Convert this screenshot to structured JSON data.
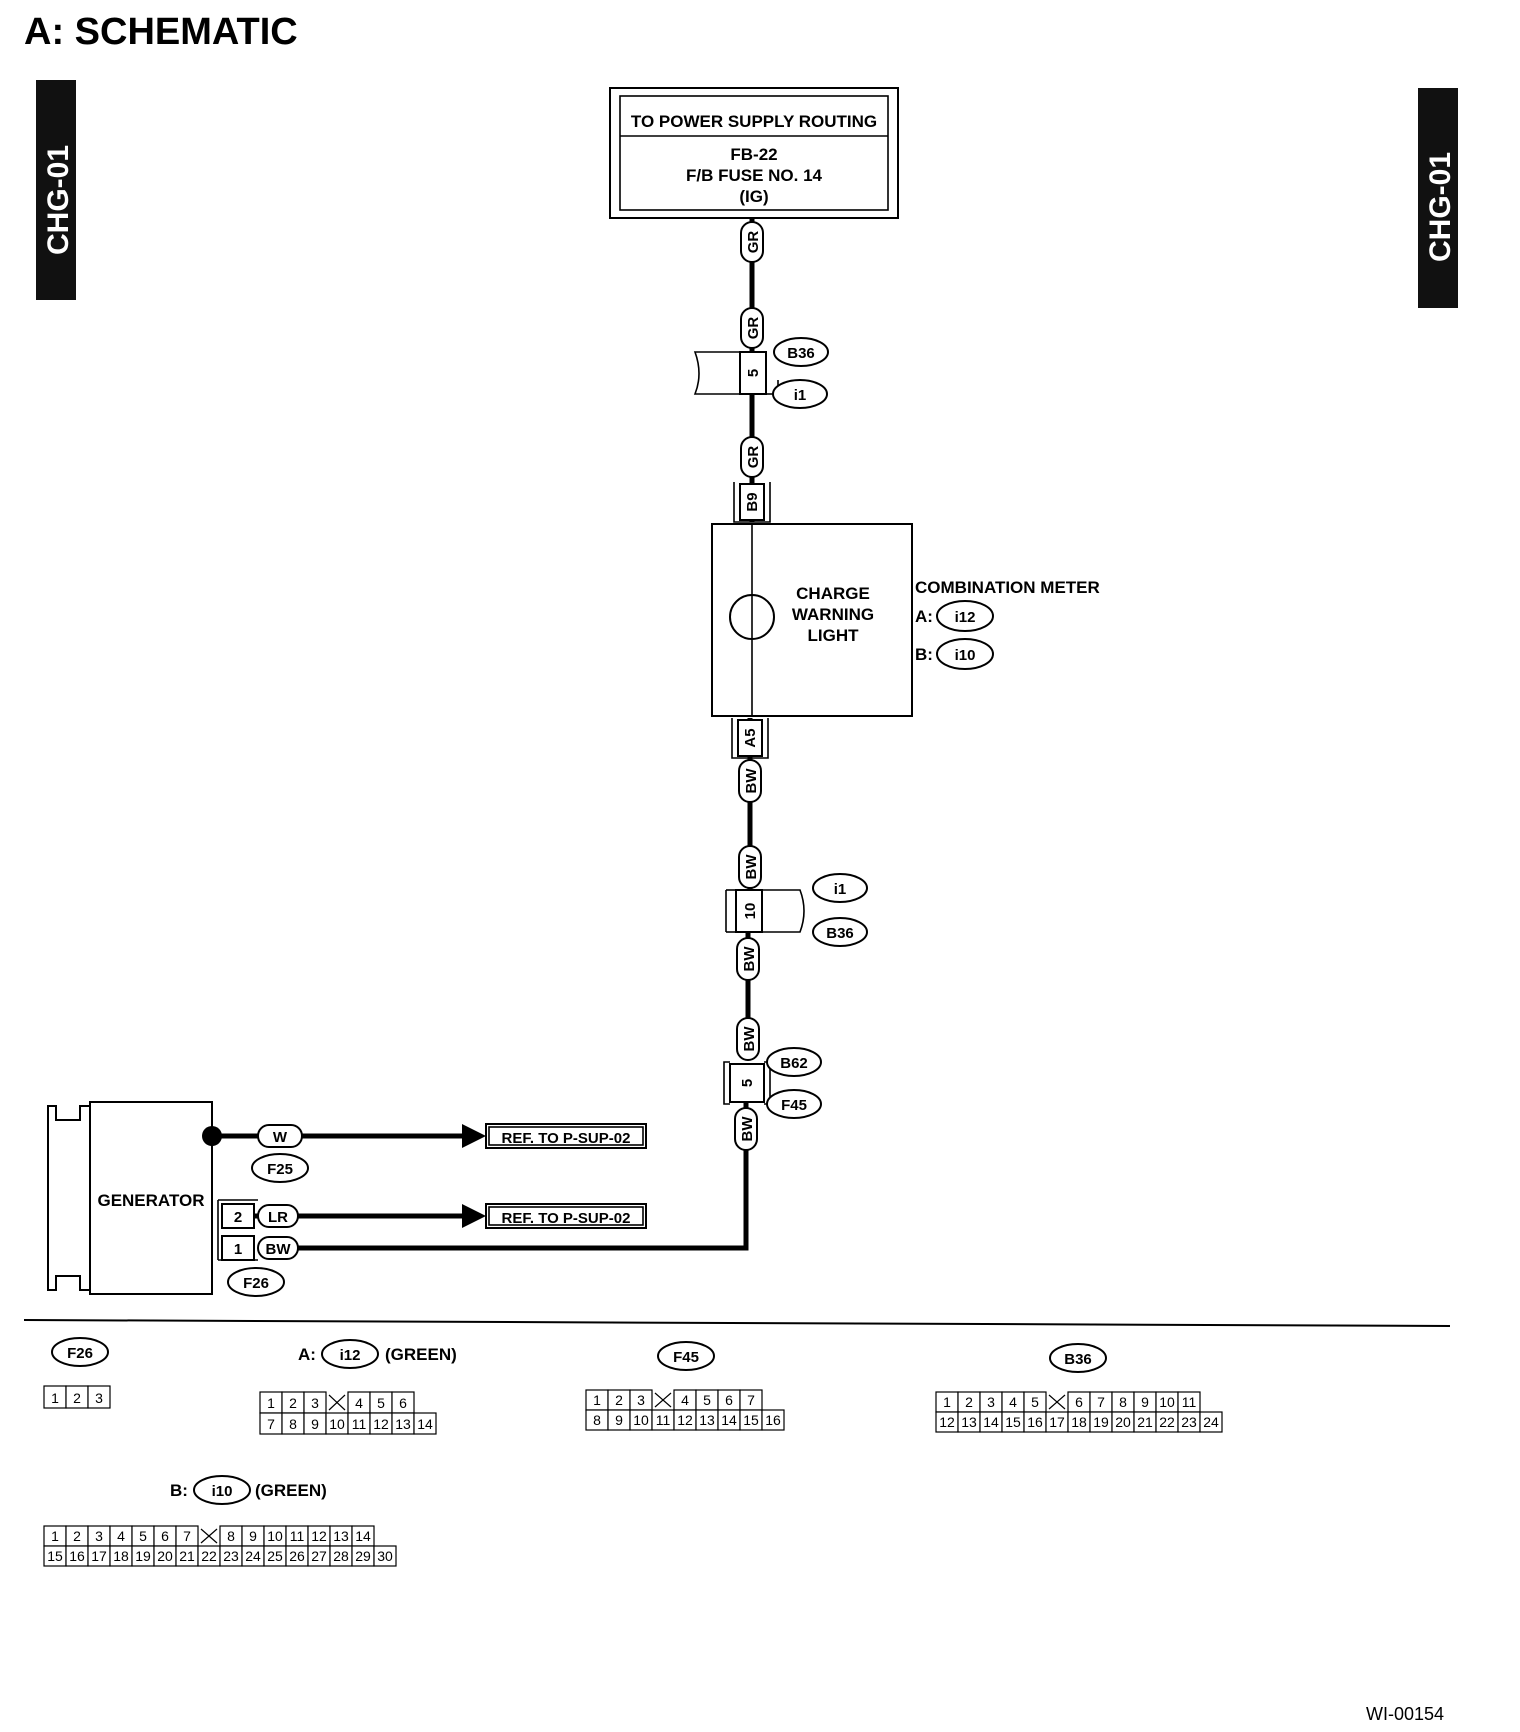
{
  "section_title": "A:  SCHEMATIC",
  "side_tab": "CHG-01",
  "power_supply": {
    "header": "TO POWER SUPPLY ROUTING",
    "lines": [
      "FB-22",
      "F/B FUSE NO. 14",
      "(IG)"
    ]
  },
  "wire_colors": {
    "gr": "GR",
    "bw": "BW",
    "w": "W",
    "lr": "LR"
  },
  "connector_ids": {
    "b36": "B36",
    "i1": "i1",
    "b62": "B62",
    "f45": "F45",
    "f25": "F25",
    "f26": "F26",
    "i12": "i12",
    "i10": "i10"
  },
  "terminals": {
    "b36_i1_gr": "5",
    "meter_b": "B9",
    "meter_a": "A5",
    "b36_i1_bw": "10",
    "b62_f45": "5",
    "gen_lr": "2",
    "gen_bw": "1"
  },
  "combination_meter": {
    "title": "COMBINATION METER",
    "prefix_a": "A:",
    "prefix_b": "B:",
    "light_lines": [
      "CHARGE",
      "WARNING",
      "LIGHT"
    ]
  },
  "generator": {
    "label": "GENERATOR"
  },
  "references": {
    "w_ref": "REF. TO P-SUP-02",
    "lr_ref": "REF. TO P-SUP-02"
  },
  "connector_views": {
    "i12_prefix": "A:",
    "i12_color": "(GREEN)",
    "i10_prefix": "B:",
    "i10_color": "(GREEN)",
    "f26_pins": [
      "1",
      "2",
      "3"
    ],
    "i12_top": [
      "1",
      "2",
      "3",
      "",
      "4",
      "5",
      "6"
    ],
    "i12_bottom": [
      "7",
      "8",
      "9",
      "10",
      "11",
      "12",
      "13",
      "14"
    ],
    "f45_top": [
      "1",
      "2",
      "3",
      "",
      "4",
      "5",
      "6",
      "7"
    ],
    "f45_bottom": [
      "8",
      "9",
      "10",
      "11",
      "12",
      "13",
      "14",
      "15",
      "16"
    ],
    "b36_top": [
      "1",
      "2",
      "3",
      "4",
      "5",
      "",
      "6",
      "7",
      "8",
      "9",
      "10",
      "11"
    ],
    "b36_bottom": [
      "12",
      "13",
      "14",
      "15",
      "16",
      "17",
      "18",
      "19",
      "20",
      "21",
      "22",
      "23",
      "24"
    ],
    "i10_top": [
      "1",
      "2",
      "3",
      "4",
      "5",
      "6",
      "7",
      "",
      "8",
      "9",
      "10",
      "11",
      "12",
      "13",
      "14"
    ],
    "i10_bottom": [
      "15",
      "16",
      "17",
      "18",
      "19",
      "20",
      "21",
      "22",
      "23",
      "24",
      "25",
      "26",
      "27",
      "28",
      "29",
      "30"
    ]
  },
  "figure_code": "WI-00154"
}
